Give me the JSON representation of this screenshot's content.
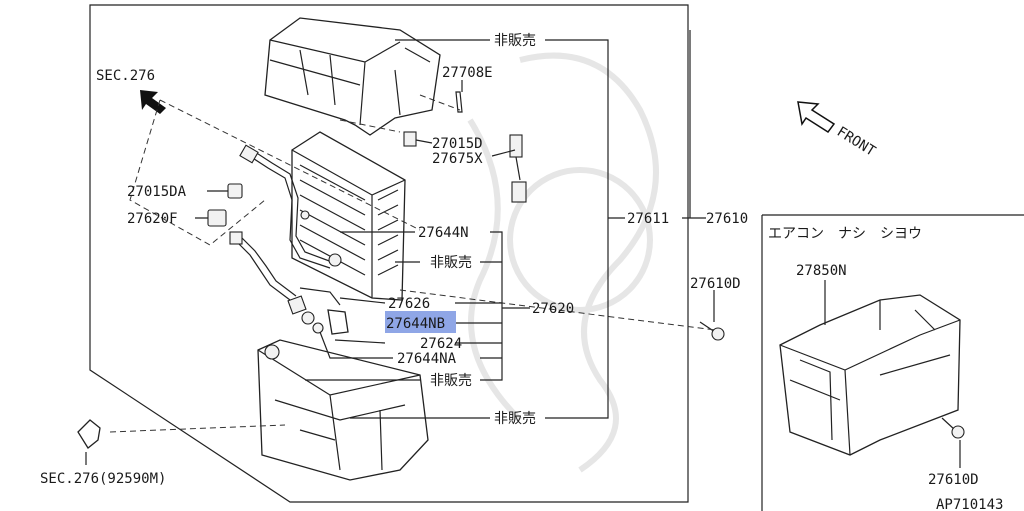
{
  "labels": {
    "sec276": "SEC.276",
    "sec276_92590m": "SEC.276(92590M)",
    "front": "FRONT",
    "not_sold": "非販売",
    "p27708E": "27708E",
    "p27015D": "27015D",
    "p27675X": "27675X",
    "p27015DA": "27015DA",
    "p27620F": "27620F",
    "p27644N": "27644N",
    "p27626": "27626",
    "p27620": "27620",
    "p27644NB": "27644NB",
    "p27624": "27624",
    "p27644NA": "27644NA",
    "p27611": "27611",
    "p27610": "27610",
    "p27610D": "27610D",
    "p27610D_b": "27610D",
    "inset_title": "エアコン　ナシ　シヨウ",
    "p27850N": "27850N",
    "figure_id": "AP710143"
  },
  "highlight_color": "#8fa6e6",
  "line_color": "#222222"
}
